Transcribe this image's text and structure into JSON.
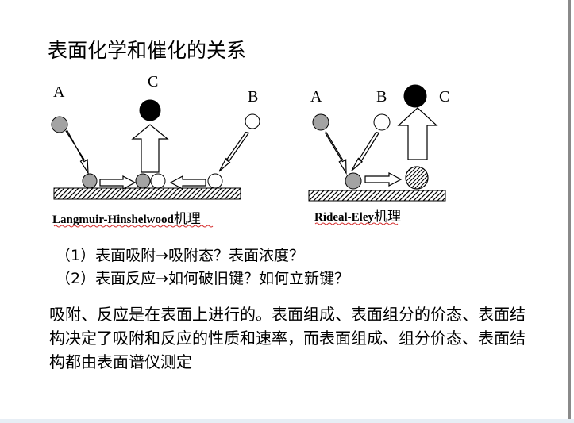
{
  "title": "表面化学和催化的关系",
  "lh": {
    "label_a": "A",
    "label_c": "C",
    "label_b": "B",
    "mechanism_latin": "Langmuir-Hinshelwood",
    "mechanism_cjk": "机理"
  },
  "re": {
    "label_a": "A",
    "label_b": "B",
    "label_c": "C",
    "mechanism_latin": "Rideal-Eley",
    "mechanism_cjk": "机理"
  },
  "questions": [
    "（1）表面吸附→吸附态？表面浓度？",
    "（2）表面反应→如何破旧键？如何立新键？"
  ],
  "paragraph": "吸附、反应是在表面上进行的。表面组成、表面组分的价态、表面结构决定了吸附和反应的性质和速率，而表面组成、组分价态、表面结构都由表面谱仪测定",
  "colors": {
    "molecule_a": "#a3a3a3",
    "molecule_b": "#ffffff",
    "molecule_c": "#000000",
    "surface_hatch": "#000000"
  }
}
